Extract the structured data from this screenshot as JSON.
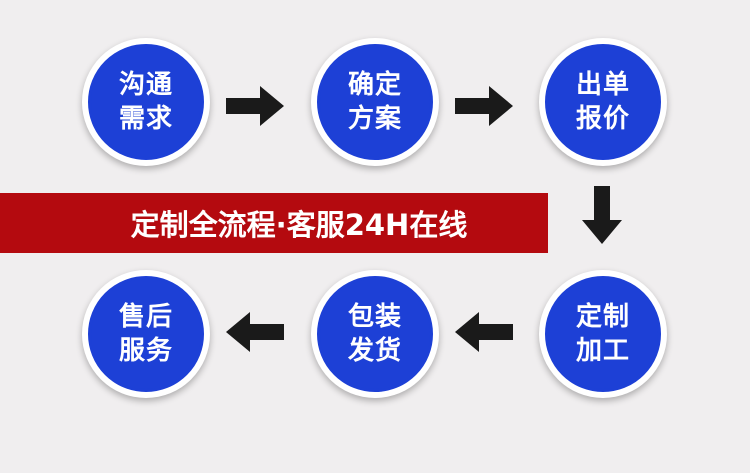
{
  "steps": [
    {
      "line1": "沟通",
      "line2": "需求"
    },
    {
      "line1": "确定",
      "line2": "方案"
    },
    {
      "line1": "出单",
      "line2": "报价"
    },
    {
      "line1": "定制",
      "line2": "加工"
    },
    {
      "line1": "包装",
      "line2": "发货"
    },
    {
      "line1": "售后",
      "line2": "服务"
    }
  ],
  "banner": {
    "text": "定制全流程·客服24H在线"
  },
  "colors": {
    "circle": "#1d40d6",
    "banner": "#b40a0f",
    "arrow": "#1a1a1a",
    "background": "#f0eeef"
  }
}
